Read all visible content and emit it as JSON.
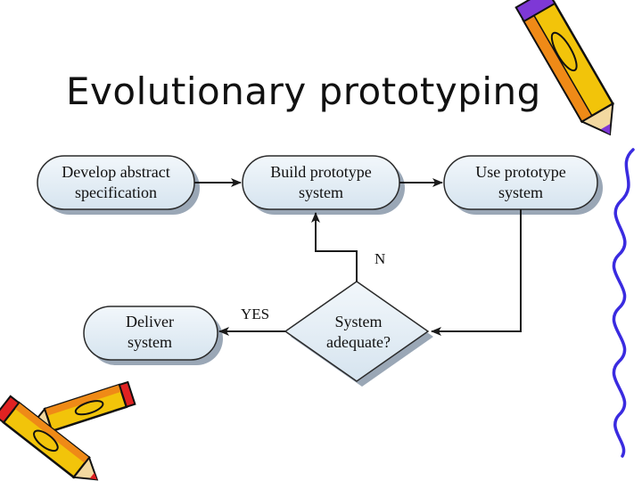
{
  "slide": {
    "title": "Evolutionary prototyping"
  },
  "flowchart": {
    "nodes": {
      "abstract_spec": {
        "line1": "Develop abstract",
        "line2": "specification"
      },
      "build_prototype": {
        "line1": "Build prototype",
        "line2": "system"
      },
      "use_prototype": {
        "line1": "Use prototype",
        "line2": "system"
      },
      "deliver": {
        "line1": "Deliver",
        "line2": "system"
      },
      "decision": {
        "line1": "System",
        "line2": "adequate?"
      }
    },
    "edge_labels": {
      "no": "N",
      "yes": "YES"
    }
  },
  "colors": {
    "node_fill": "#e4eef6",
    "node_stroke": "#2b2b2b",
    "shadow": "#9aa7b6",
    "pencil_yellow": "#f2c40a",
    "pencil_orange": "#ef8a17",
    "pencil_purple": "#7e38d6",
    "pencil_red": "#e02222",
    "pencil_green": "#2aa02a",
    "squiggle_blue": "#3a2be0"
  },
  "decorations": {
    "pencil_top_right": "pencil-icon",
    "pencils_bottom_left": "pencils-icon",
    "border_right": "squiggle-line"
  }
}
